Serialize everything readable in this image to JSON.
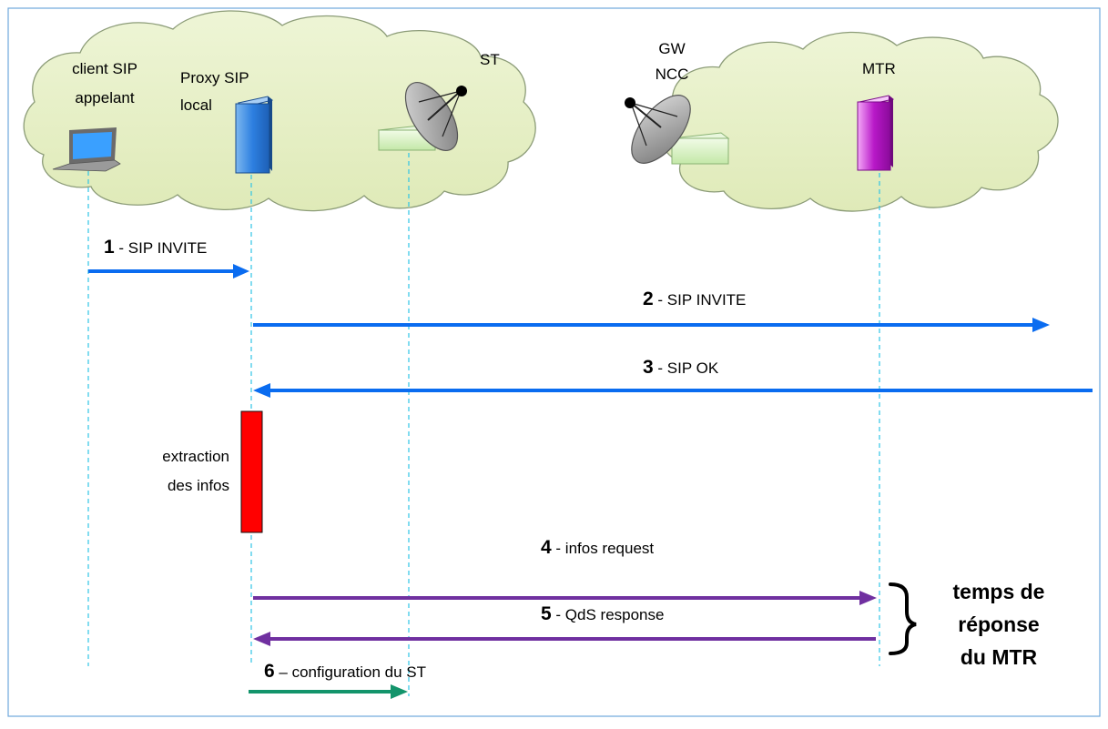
{
  "actors": {
    "client": [
      "client SIP",
      "appelant"
    ],
    "proxy": [
      "Proxy SIP",
      "local"
    ],
    "st": "ST",
    "gw": [
      "GW",
      "NCC"
    ],
    "mtr": "MTR"
  },
  "messages": [
    {
      "num": "1",
      "sep": " - ",
      "text": "SIP INVITE"
    },
    {
      "num": "2",
      "sep": " - ",
      "text": "SIP INVITE"
    },
    {
      "num": "3",
      "sep": " - ",
      "text": "SIP OK"
    },
    {
      "num": "4",
      "sep": " - ",
      "text": "infos request"
    },
    {
      "num": "5",
      "sep": " - ",
      "text": "QdS response"
    },
    {
      "num": "6",
      "sep": " – ",
      "text": "configuration du ST"
    }
  ],
  "activation": {
    "lines": [
      "extraction",
      "des infos"
    ]
  },
  "response_time": {
    "lines": [
      "temps de",
      "réponse",
      "du MTR"
    ]
  },
  "colors": {
    "sip_arrow": "#0a6cf0",
    "mtr_arrow": "#7030a0",
    "config_arrow": "#13946b",
    "lifeline": "#2ec4e6",
    "activation": "#ff0000",
    "cloud_fill": "#e6f0c4",
    "frame": "#6fa8dc"
  }
}
